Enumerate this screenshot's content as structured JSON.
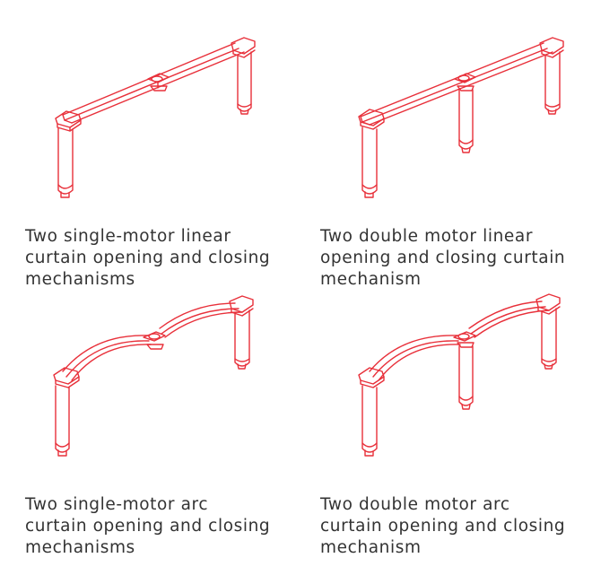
{
  "accent_color": "#e8303a",
  "caption_color": "#333333",
  "mechanisms": [
    {
      "type": "linear-single",
      "caption": "Two single-motor linear\ncurtain opening and closing\nmechanisms"
    },
    {
      "type": "linear-double",
      "caption": "Two double motor linear\nopening and closing curtain\nmechanism"
    },
    {
      "type": "arc-single",
      "caption": "Two single-motor arc\ncurtain opening and closing\nmechanisms"
    },
    {
      "type": "arc-double",
      "caption": "Two double motor arc\ncurtain opening and closing\nmechanism"
    }
  ]
}
